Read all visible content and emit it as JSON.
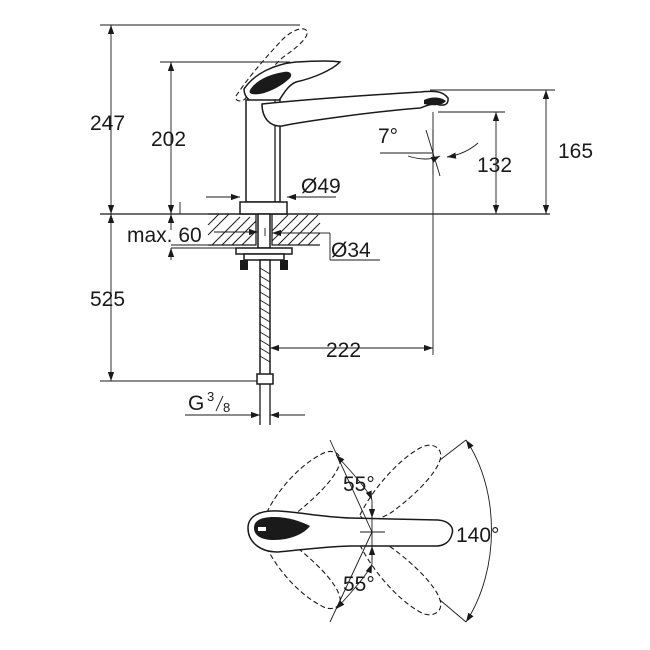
{
  "dimensions": {
    "total_height": "247",
    "spout_height": "202",
    "outlet_height": "165",
    "outlet_clearance": "132",
    "below_deck": "525",
    "spout_reach": "222",
    "spout_angle": "7°",
    "base_diameter": "Ø49",
    "hole_diameter": "Ø34",
    "max_deck": "max. 60",
    "thread_g": "G",
    "thread_num": "3",
    "thread_den": "8",
    "swivel_up": "55°",
    "swivel_down": "55°",
    "swivel_total": "140°"
  }
}
